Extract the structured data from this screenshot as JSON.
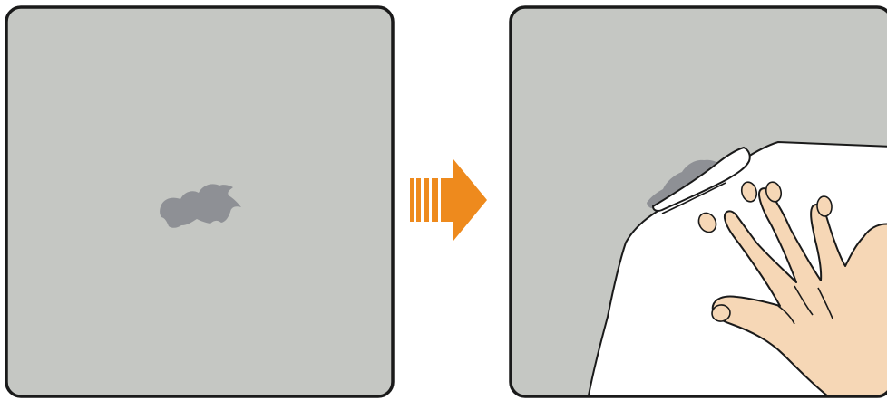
{
  "colors": {
    "surface": "#c5c7c3",
    "stain": "#8e9095",
    "arrow": "#ee8a1d",
    "cloth": "#ffffff",
    "skin": "#f6d7b6",
    "outline": "#1a1a1a"
  },
  "panels": [
    {
      "state": "before",
      "shows": [
        "stain-icon"
      ]
    },
    {
      "state": "after",
      "shows": [
        "stain-icon",
        "cloth-icon",
        "hand-icon"
      ]
    }
  ],
  "arrow": {
    "icon": "arrow-right-icon",
    "direction": "right"
  }
}
